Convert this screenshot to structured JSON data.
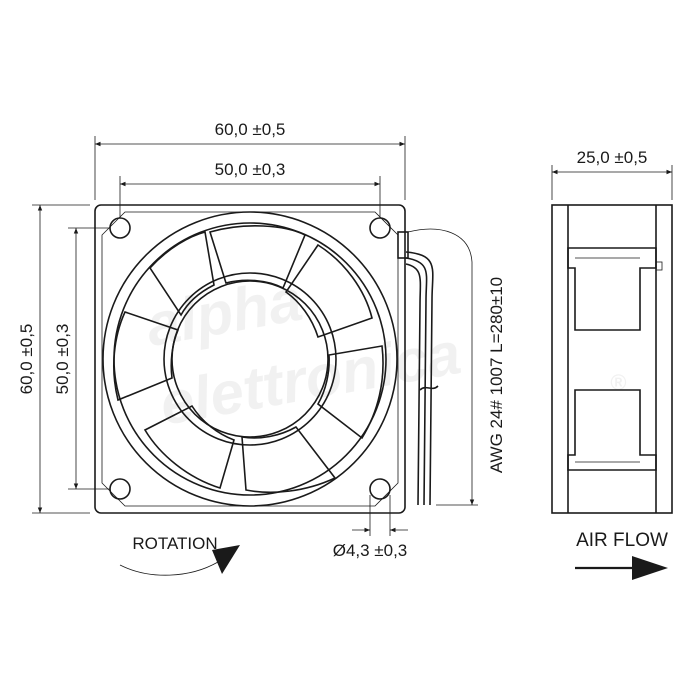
{
  "front_view": {
    "outer_width": "60,0 ±0,5",
    "hole_spacing_width": "50,0 ±0,3",
    "outer_height": "60,0 ±0,5",
    "hole_spacing_height": "50,0 ±0,3",
    "hole_diameter": "Ø4,3 ±0,3",
    "cable_spec": "AWG 24# 1007 L=280±10",
    "rotation_label": "ROTATION"
  },
  "side_view": {
    "depth": "25,0 ±0,5",
    "airflow_label": "AIR FLOW"
  },
  "watermark": {
    "line1": "alpha",
    "line2": "elettronica",
    "mark": "®"
  },
  "colors": {
    "line": "#1a1a1a",
    "background": "#ffffff"
  }
}
